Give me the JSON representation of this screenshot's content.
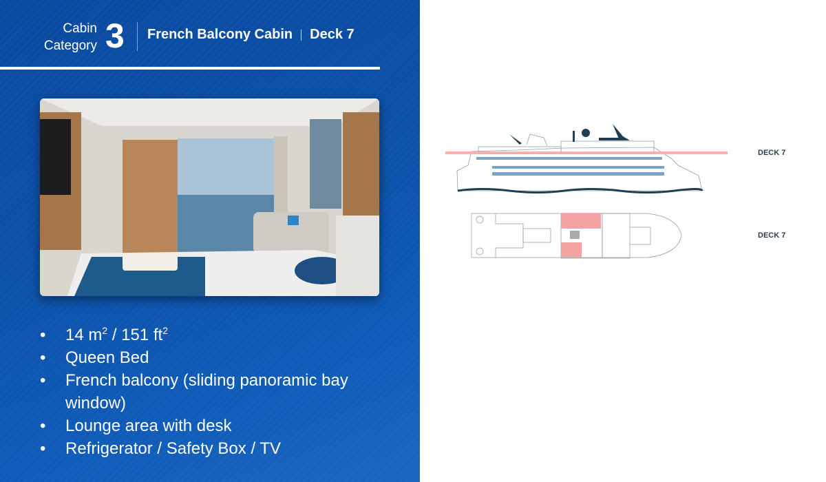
{
  "header": {
    "category_label_line1": "Cabin",
    "category_label_line2": "Category",
    "category_number": "3",
    "cabin_name": "French Balcony Cabin",
    "deck": "Deck 7"
  },
  "features": [
    {
      "text": "14 m",
      "sup1": "2",
      "mid": " / 151 ft",
      "sup2": "2"
    },
    {
      "text": "Queen Bed"
    },
    {
      "text": "French balcony (sliding panoramic bay window)"
    },
    {
      "text": "Lounge area with desk"
    },
    {
      "text": "Refrigerator / Safety Box / TV"
    }
  ],
  "deck_plan": {
    "profile_label": "DECK 7",
    "plan_label": "DECK 7",
    "highlight_color": "#f4a3a3",
    "line_color": "#2a4a5e"
  },
  "colors": {
    "panel": "#0b4fa8"
  }
}
